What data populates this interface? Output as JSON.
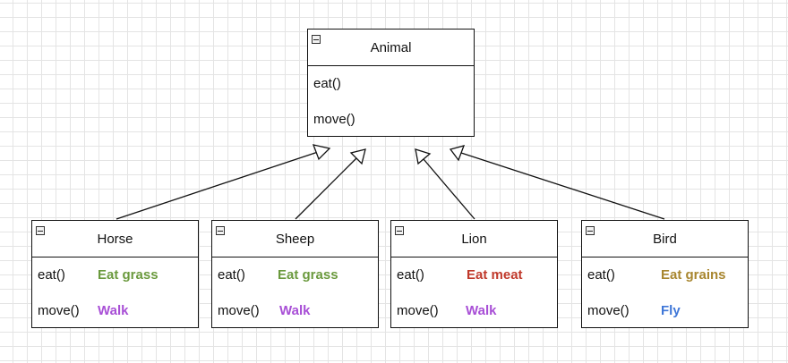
{
  "diagram": {
    "parent": {
      "name": "Animal",
      "operations": [
        "eat()",
        "move()"
      ]
    },
    "children": [
      {
        "name": "Horse",
        "eat_label": "eat()",
        "move_label": "move()",
        "eat_impl": "Eat grass",
        "move_impl": "Walk",
        "eat_color": "#6b9a3e",
        "move_color": "#a84fd6"
      },
      {
        "name": "Sheep",
        "eat_label": "eat()",
        "move_label": "move()",
        "eat_impl": "Eat grass",
        "move_impl": "Walk",
        "eat_color": "#6b9a3e",
        "move_color": "#a84fd6"
      },
      {
        "name": "Lion",
        "eat_label": "eat()",
        "move_label": "move()",
        "eat_impl": "Eat meat",
        "move_impl": "Walk",
        "eat_color": "#c0392b",
        "move_color": "#a84fd6"
      },
      {
        "name": "Bird",
        "eat_label": "eat()",
        "move_label": "move()",
        "eat_impl": "Eat grains",
        "move_impl": "Fly",
        "eat_color": "#a8862f",
        "move_color": "#3f77d8"
      }
    ],
    "relationship": "generalization",
    "line_color": "#111111"
  }
}
